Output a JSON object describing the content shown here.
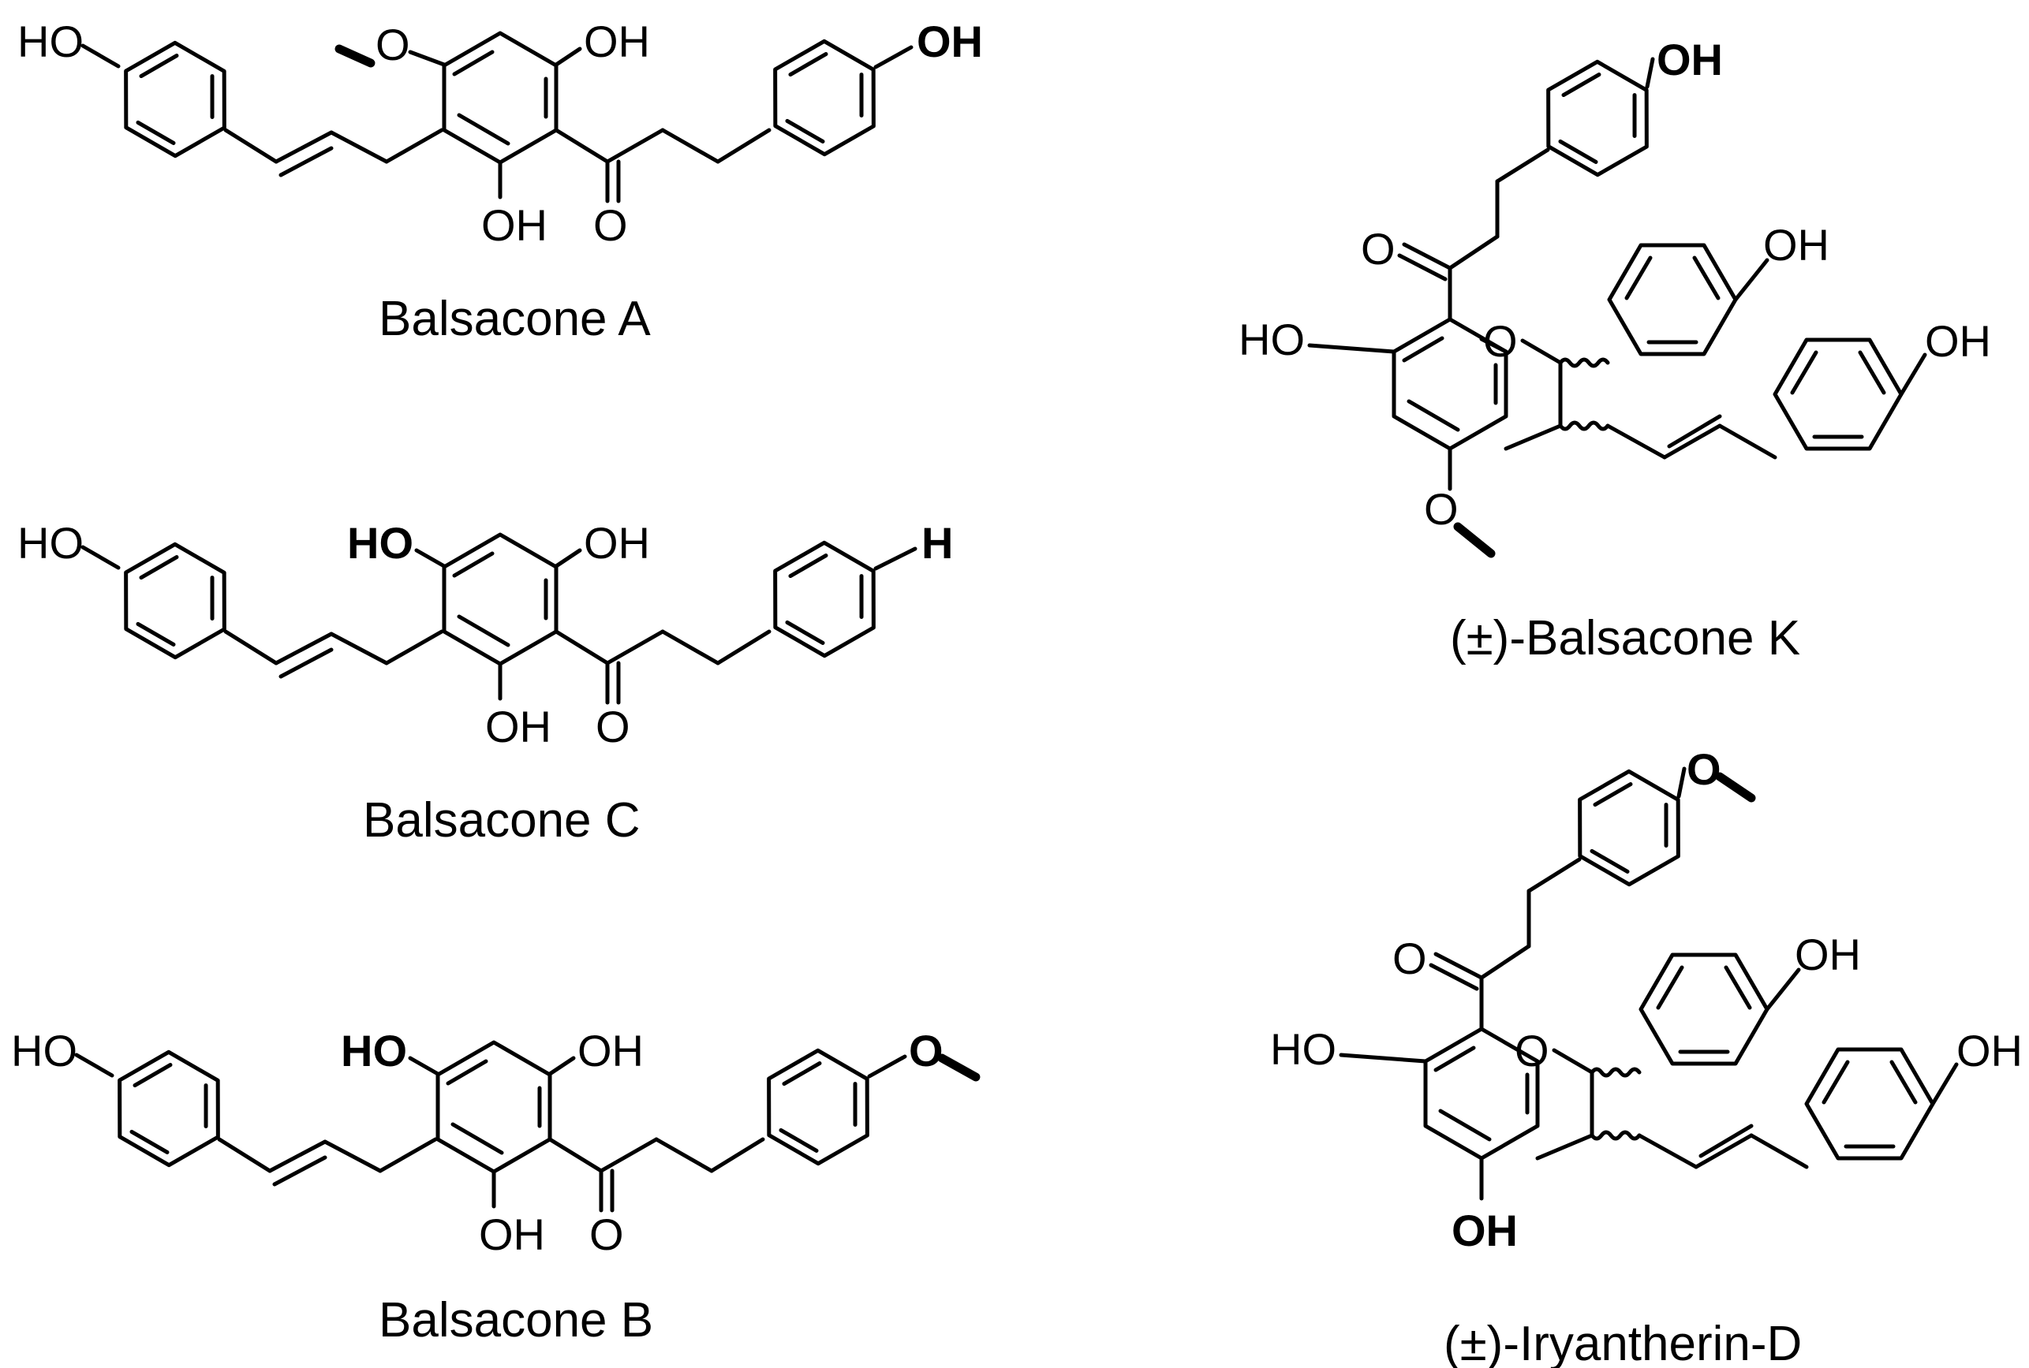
{
  "compounds": [
    {
      "name": "Balsacone A",
      "labels": {
        "left_oh": "HO",
        "o_methyl": "O",
        "oh_top": "OH",
        "oh_bottom": "OH",
        "carbonyl_o": "O",
        "right_sub": "OH"
      }
    },
    {
      "name": "Balsacone C",
      "labels": {
        "left_oh": "HO",
        "ho_top": "HO",
        "oh_top": "OH",
        "oh_bottom": "OH",
        "carbonyl_o": "O",
        "right_sub": "H"
      }
    },
    {
      "name": "Balsacone B",
      "labels": {
        "left_oh": "HO",
        "ho_top": "HO",
        "oh_top": "OH",
        "oh_bottom": "OH",
        "carbonyl_o": "O",
        "right_sub": "O"
      }
    },
    {
      "name": "(±)-Balsacone K",
      "labels": {
        "top_sub": "OH",
        "carbonyl_o": "O",
        "ho_left": "HO",
        "ring_o": "O",
        "oh_aryl": "OH",
        "oh_styryl": "OH",
        "bottom_sub": "O"
      }
    },
    {
      "name": "(±)-Iryantherin-D",
      "labels": {
        "top_sub": "O",
        "carbonyl_o": "O",
        "ho_left": "HO",
        "ring_o": "O",
        "oh_aryl": "OH",
        "oh_styryl": "OH",
        "bottom_sub": "OH"
      }
    }
  ]
}
